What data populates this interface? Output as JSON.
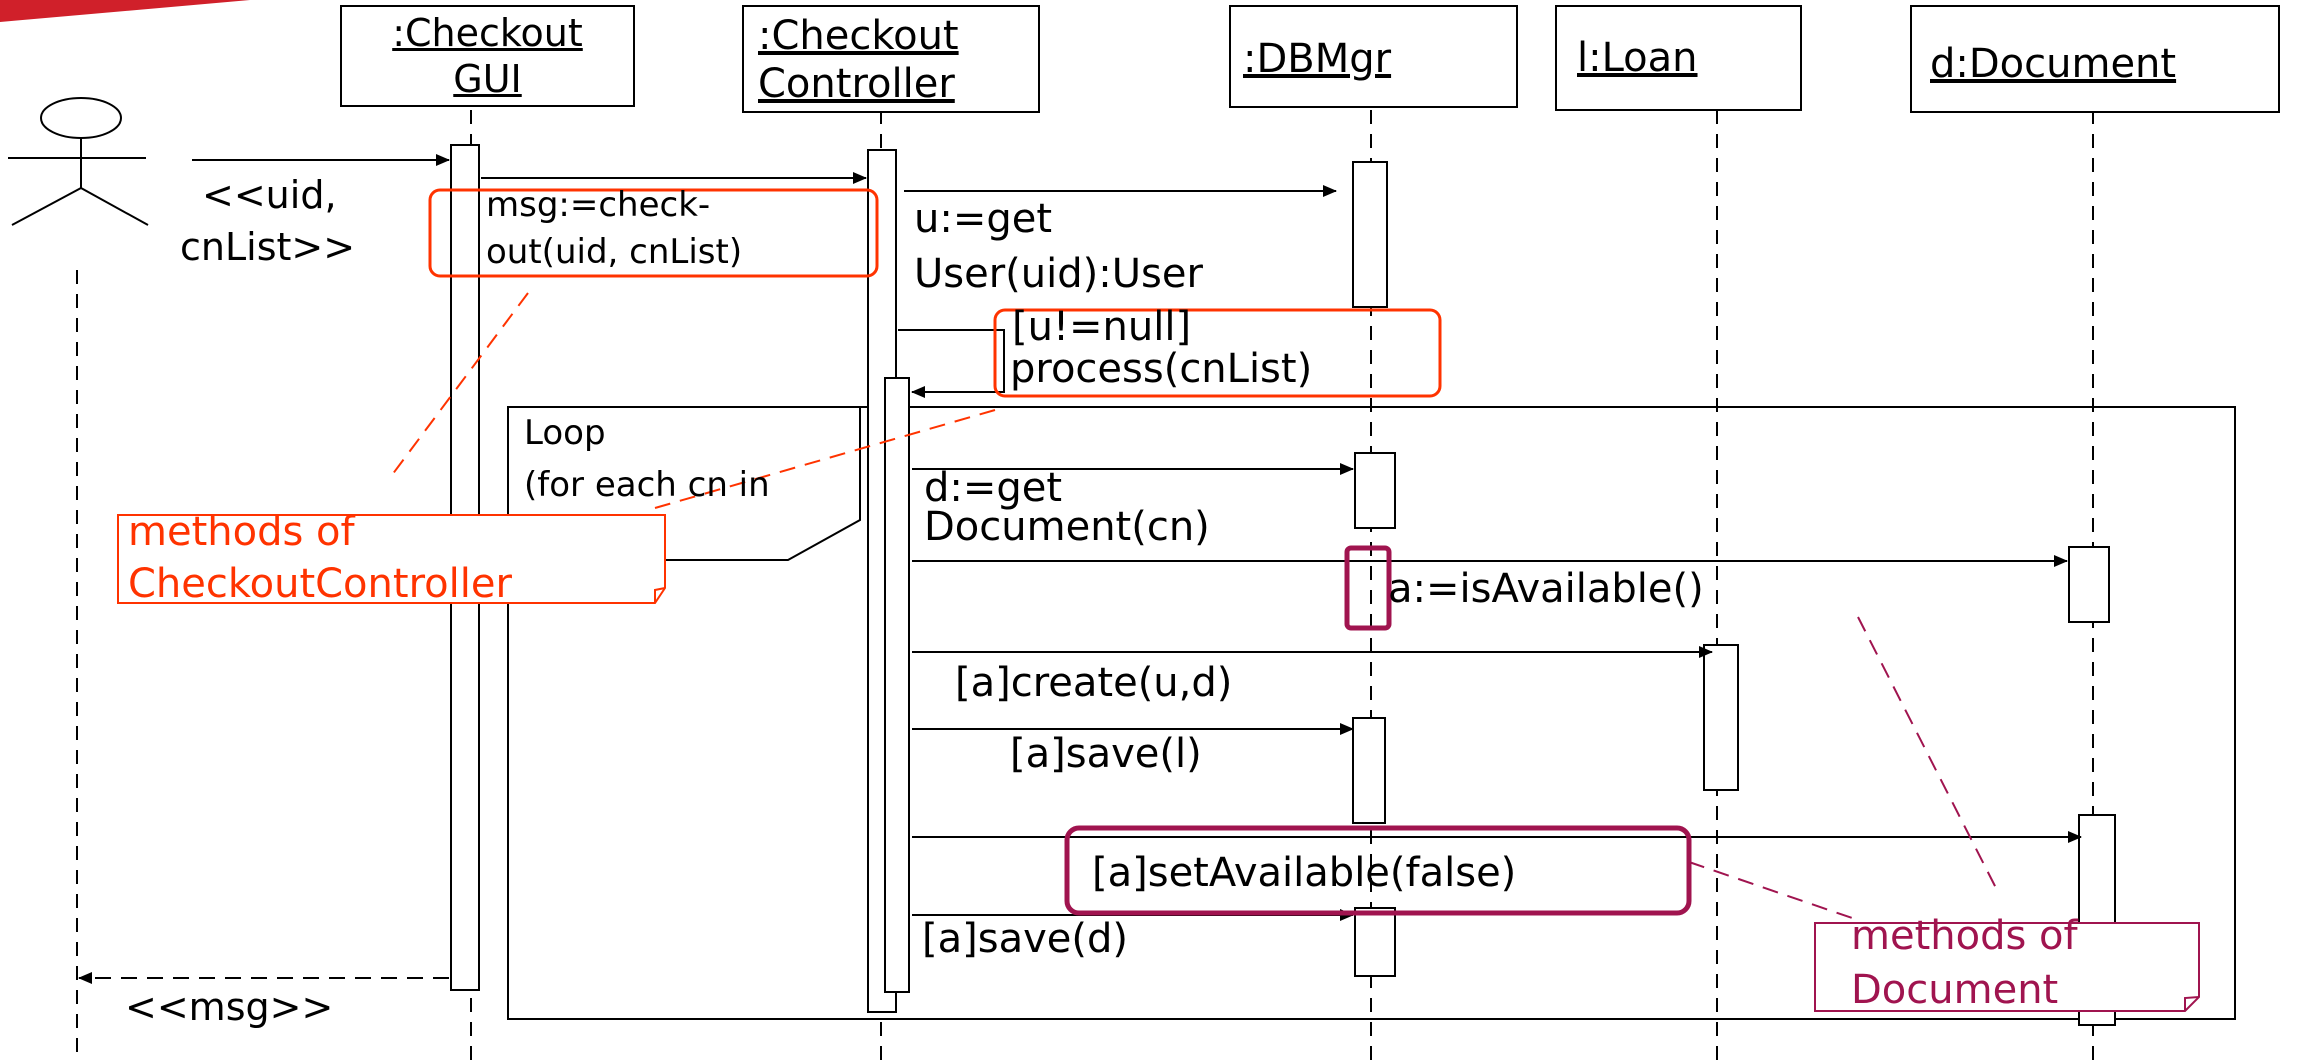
{
  "actor": {
    "name": ""
  },
  "lifelines": [
    {
      "line1": ":Checkout",
      "line2": "GUI"
    },
    {
      "line1": ":Checkout",
      "line2": "Controller"
    },
    {
      "line1": ":DBMgr",
      "line2": ""
    },
    {
      "line1": "l:Loan",
      "line2": ""
    },
    {
      "line1": "d:Document",
      "line2": ""
    }
  ],
  "messages": {
    "call_in_1": "<<uid,",
    "call_in_2": "cnList>>",
    "checkout_1": "msg:=check-",
    "checkout_2": "out(uid, cnList)",
    "getuser_1": "u:=get",
    "getuser_2": "User(uid):User",
    "process_1": "[u!=null]",
    "process_2": "process(cnList)",
    "getdoc_1": "d:=get",
    "getdoc_2": "Document(cn)",
    "isavailable": "a:=isAvailable()",
    "create": "[a]create(u,d)",
    "save_loan": "[a]save(l)",
    "setavailable": "[a]setAvailable(false)",
    "save_doc": "[a]save(d)",
    "return_msg": "<<msg>>"
  },
  "fragment": {
    "line1": "Loop",
    "line2": "(for each cn in"
  },
  "notes": {
    "controller_1": "methods of",
    "controller_2": "CheckoutController",
    "document_1": "methods of",
    "document_2": "Document"
  },
  "colors": {
    "highlight_red": "#ff3300",
    "highlight_maroon": "#a0144f"
  }
}
